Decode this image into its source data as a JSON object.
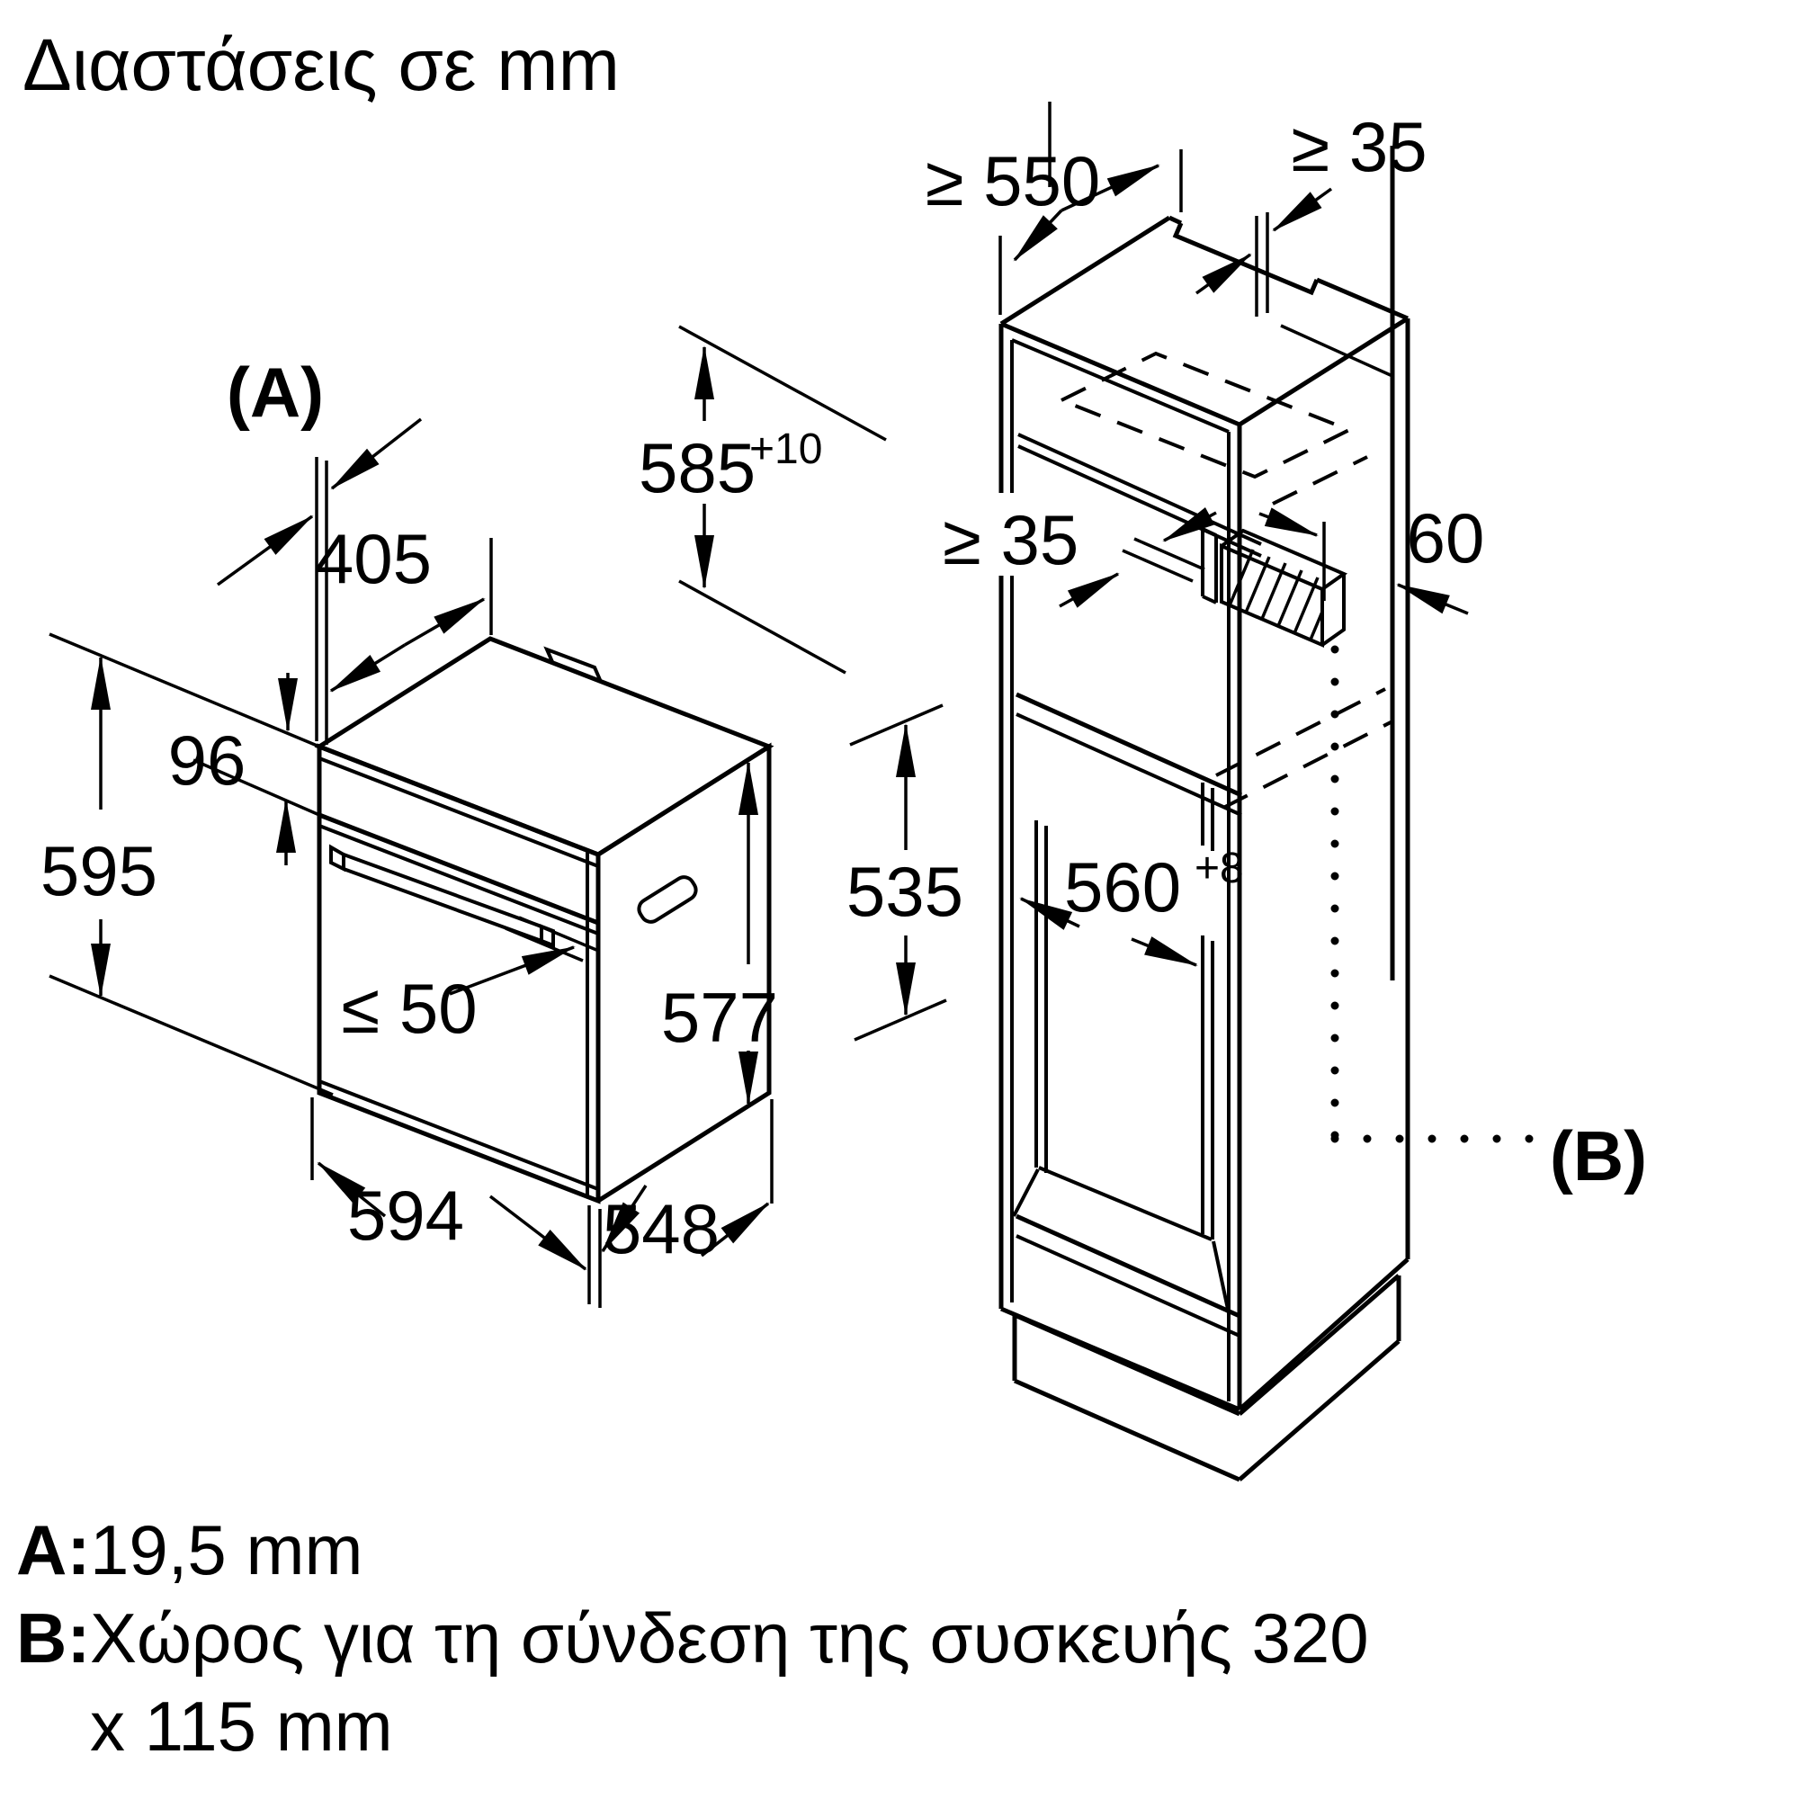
{
  "title": "Διαστάσεις σε mm",
  "colors": {
    "ink": "#000000",
    "paper": "#ffffff"
  },
  "oven_dims": {
    "front_overlay_ref": "(A)",
    "top_depth": "405",
    "panel_height": "96",
    "front_height": "595",
    "door_protrusion": "≤ 50",
    "body_height": "577",
    "front_width": "594",
    "body_depth": "548",
    "side_height": "535"
  },
  "cabinet_dims": {
    "min_depth": "≥ 550",
    "top_rear_gap": "≥ 35",
    "niche_height": "585",
    "niche_height_tol": "+10",
    "shelf_rear_gap": "≥ 35",
    "duct_to_wall": "60",
    "niche_width": "560",
    "niche_width_tol": "+8",
    "connection_ref": "(B)"
  },
  "legend": {
    "a_label": "A:",
    "a_value": "19,5 mm",
    "b_label": "B:",
    "b_value_line1": "Χώρος για τη σύνδεση της συσκευής 320",
    "b_value_line2": "x 115 mm"
  }
}
